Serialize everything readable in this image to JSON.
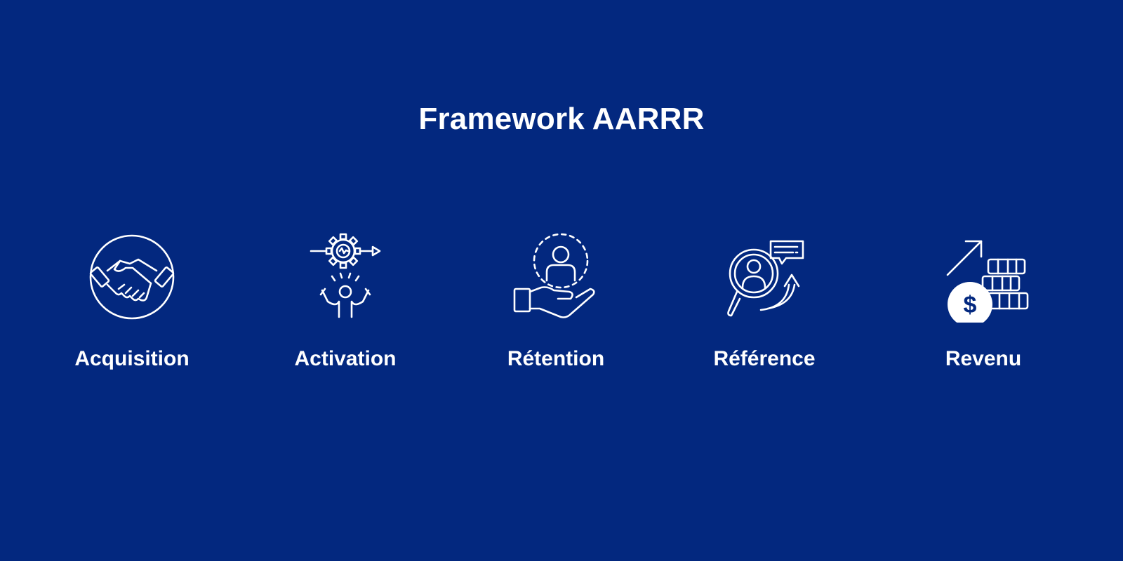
{
  "title": "Framework AARRR",
  "colors": {
    "background": "#03287f",
    "foreground": "#ffffff"
  },
  "stages": [
    {
      "label": "Acquisition",
      "icon": "handshake-icon"
    },
    {
      "label": "Activation",
      "icon": "gear-person-icon"
    },
    {
      "label": "Rétention",
      "icon": "hand-user-icon"
    },
    {
      "label": "Référence",
      "icon": "magnifier-referral-icon"
    },
    {
      "label": "Revenu",
      "icon": "coins-growth-icon"
    }
  ],
  "icon_text": {
    "dollar": "$"
  }
}
